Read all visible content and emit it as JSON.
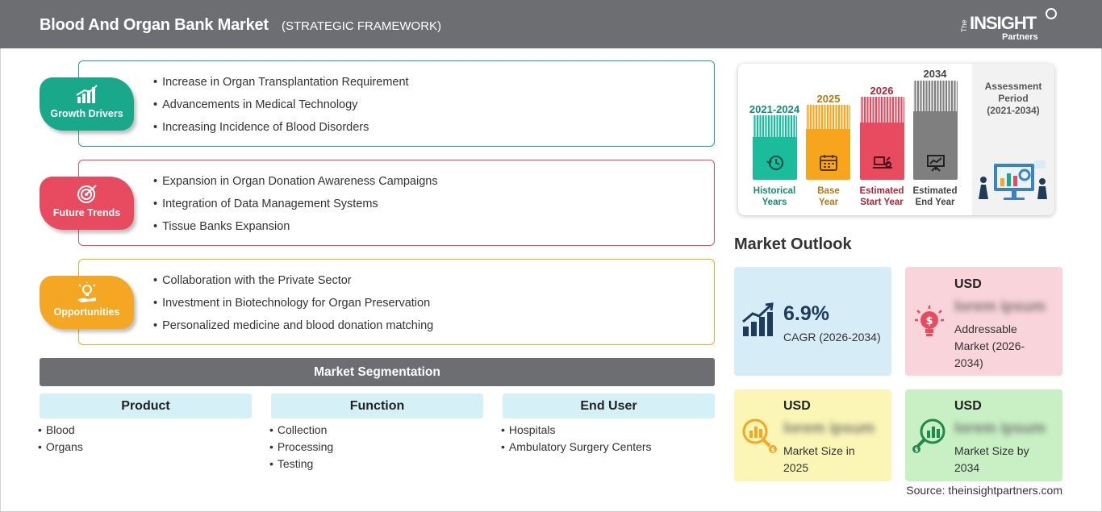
{
  "header": {
    "title": "Blood And Organ Bank Market",
    "subtitle": "(STRATEGIC FRAMEWORK)",
    "logo_the": "The",
    "logo_insight": "INSIGHT",
    "logo_partners": "Partners"
  },
  "framework": [
    {
      "label": "Growth Drivers",
      "color": "#1aa88a",
      "icon": "bar-chart-growth-icon",
      "items": [
        "Increase in Organ Transplantation Requirement",
        "Advancements in Medical Technology",
        "Increasing Incidence of Blood Disorders"
      ]
    },
    {
      "label": "Future Trends",
      "color": "#e84a5f",
      "icon": "target-icon",
      "items": [
        "Expansion in Organ Donation Awareness Campaigns",
        "Integration of Data Management Systems",
        "Tissue Banks Expansion"
      ]
    },
    {
      "label": "Opportunities",
      "color": "#f5a623",
      "icon": "lightbulb-hand-icon",
      "items": [
        "Collaboration with the Private Sector",
        "Investment in Biotechnology for Organ Preservation",
        "Personalized medicine and blood donation matching"
      ]
    }
  ],
  "segmentation": {
    "title": "Market Segmentation",
    "columns": [
      {
        "header": "Product",
        "items": [
          "Blood",
          "Organs"
        ]
      },
      {
        "header": "Function",
        "items": [
          "Collection",
          "Processing",
          "Testing"
        ]
      },
      {
        "header": "End User",
        "items": [
          "Hospitals",
          "Ambulatory Surgery Centers"
        ]
      }
    ]
  },
  "timeline": {
    "bars": [
      {
        "year": "2021-2024",
        "caption1": "Historical",
        "caption2": "Years",
        "color": "#1abc9c",
        "text_color": "#138d6e",
        "icon": "history-clock-icon"
      },
      {
        "year": "2025",
        "caption1": "Base",
        "caption2": "Year",
        "color": "#f7a51c",
        "text_color": "#b7790d",
        "icon": "calendar-icon"
      },
      {
        "year": "2026",
        "caption1": "Estimated",
        "caption2": "Start Year",
        "color": "#e84a5f",
        "text_color": "#b3243a",
        "icon": "chart-desk-icon"
      },
      {
        "year": "2034",
        "caption1": "Estimated",
        "caption2": "End Year",
        "color": "#7f7f7f",
        "text_color": "#444444",
        "icon": "presentation-board-icon"
      }
    ],
    "assessment_label": "Assessment Period",
    "assessment_range": "(2021-2034)"
  },
  "outlook": {
    "title": "Market Outlook",
    "cagr_value": "6.9%",
    "cagr_label": "CAGR (2026-2034)",
    "addressable_usd": "USD",
    "addressable_value": "lorem ipsum",
    "addressable_label": "Addressable Market (2026-2034)",
    "size2025_usd": "USD",
    "size2025_value": "lorem ipsum",
    "size2025_label": "Market Size in 2025",
    "size2034_usd": "USD",
    "size2034_value": "lorem ipsum",
    "size2034_label": "Market Size by 2034",
    "colors": {
      "cagr": "#d6ecf7",
      "addressable": "#f9d4da",
      "size2025": "#fbf6b5",
      "size2034": "#c8f0c4"
    }
  },
  "source": "Source: theinsightpartners.com"
}
